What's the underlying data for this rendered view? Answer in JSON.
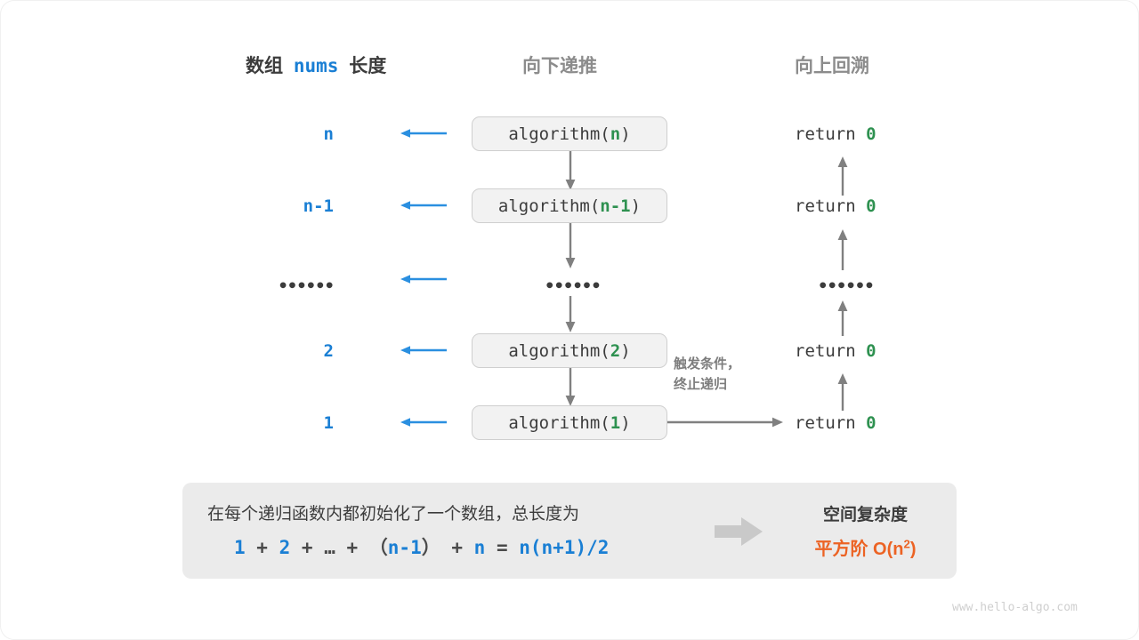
{
  "colors": {
    "blue": "#1a7fd4",
    "green": "#2e9150",
    "gray_arrow": "#808080",
    "orange": "#ec6324",
    "box_fill": "#f2f2f2",
    "panel_fill": "#ebebeb",
    "text_dark": "#3c3c3c",
    "text_gray": "#8c8c8c"
  },
  "headers": {
    "left_prefix": "数组",
    "left_code": "nums",
    "left_suffix": "长度",
    "middle": "向下递推",
    "right": "向上回溯"
  },
  "rows": [
    {
      "length": "n",
      "call_prefix": "algorithm(",
      "call_arg": "n",
      "call_suffix": ")",
      "return_text": "return",
      "return_value": "0"
    },
    {
      "length": "n-1",
      "call_prefix": "algorithm(",
      "call_arg": "n-1",
      "call_suffix": ")",
      "return_text": "return",
      "return_value": "0"
    },
    {
      "length": "••••••",
      "call_prefix": "",
      "call_arg": "",
      "call_suffix": "",
      "return_text": "",
      "return_value": "",
      "ellipsis": "••••••"
    },
    {
      "length": "2",
      "call_prefix": "algorithm(",
      "call_arg": "2",
      "call_suffix": ")",
      "return_text": "return",
      "return_value": "0"
    },
    {
      "length": "1",
      "call_prefix": "algorithm(",
      "call_arg": "1",
      "call_suffix": ")",
      "return_text": "return",
      "return_value": "0"
    }
  ],
  "note": {
    "line1": "触发条件，",
    "line2": "终止递归"
  },
  "summary": {
    "description": "在每个递归函数内都初始化了一个数组，总长度为",
    "formula_parts": [
      {
        "t": "1",
        "blue": true
      },
      {
        "t": " + ",
        "blue": false
      },
      {
        "t": "2",
        "blue": true
      },
      {
        "t": " + ",
        "blue": false
      },
      {
        "t": "…",
        "blue": false
      },
      {
        "t": " + ",
        "blue": false
      },
      {
        "t": "（",
        "blue": false
      },
      {
        "t": "n-1",
        "blue": true
      },
      {
        "t": "）",
        "blue": false
      },
      {
        "t": " + ",
        "blue": false
      },
      {
        "t": "n",
        "blue": true
      },
      {
        "t": " = ",
        "blue": false
      },
      {
        "t": "n(n+1)/2",
        "blue": true
      }
    ],
    "result_title": "空间复杂度",
    "result_value_prefix": "平方阶  O(n",
    "result_value_exp": "2",
    "result_value_suffix": ")"
  },
  "watermark": "www.hello-algo.com"
}
